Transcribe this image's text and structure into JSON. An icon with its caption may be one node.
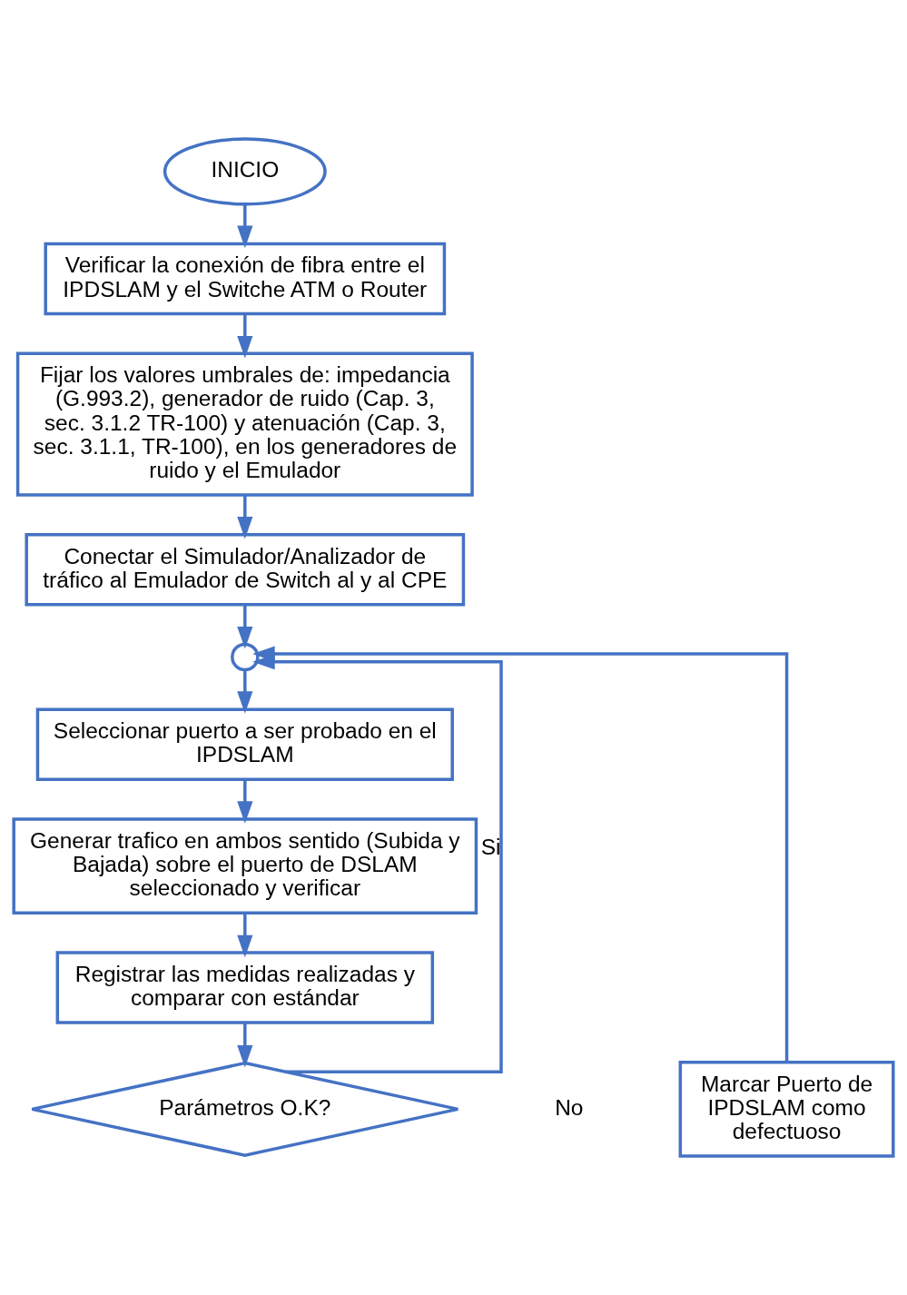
{
  "diagram": {
    "nodes": [
      {
        "text": [
          "INICIO"
        ]
      },
      {
        "text": [
          "Verificar la conexión de fibra entre el IPDSLAM y el Switche ATM o Router"
        ]
      },
      {
        "text": [
          "Fijar los valores umbrales de: impedancia (G.993.2), generador de ruido (Cap. 3, sec. 3.1.2 TR-100) y atenuación (Cap. 3, sec. 3.1.1, TR-100), en los generadores de ruido y el Emulador"
        ]
      },
      {
        "text": [
          "Conectar el Simulador/Analizador de tráfico al Emulador de Switch al y al CPE"
        ]
      },
      {
        "text": [],
        "shape": "circle"
      },
      {
        "text": [
          "Seleccionar puerto a ser probado en el IPDSLAM"
        ]
      },
      {
        "text": [
          "Generar trafico en ambos sentido (Subida y Bajada) sobre el puerto de DSLAM seleccionado y verificar"
        ]
      },
      {
        "text": [
          "Registrar las medidas realizadas y comparar con estándar"
        ]
      },
      {
        "text": [
          "Parámetros O.K?"
        ]
      },
      {
        "text": [
          "Marcar Puerto de IPDSLAM como defectuoso"
        ]
      }
    ],
    "edges": [
      {
        "from": 0,
        "to": 1,
        "arrow": "to"
      },
      {
        "from": 1,
        "to": 2,
        "arrow": "to"
      },
      {
        "from": 2,
        "to": 3,
        "arrow": "to"
      },
      {
        "from": 3,
        "to": 4,
        "arrow": "to"
      },
      {
        "from": 4,
        "to": 5,
        "arrow": "to"
      },
      {
        "from": 5,
        "to": 6,
        "arrow": "to"
      },
      {
        "from": 6,
        "to": 7,
        "arrow": "to"
      },
      {
        "from": 7,
        "to": 8,
        "arrow": "to"
      },
      {
        "from": 8,
        "to": 4,
        "label": "Si",
        "arrow": "to"
      },
      {
        "from": 9,
        "to": 4,
        "arrow": "to"
      }
    ],
    "labels": [
      "No"
    ]
  }
}
